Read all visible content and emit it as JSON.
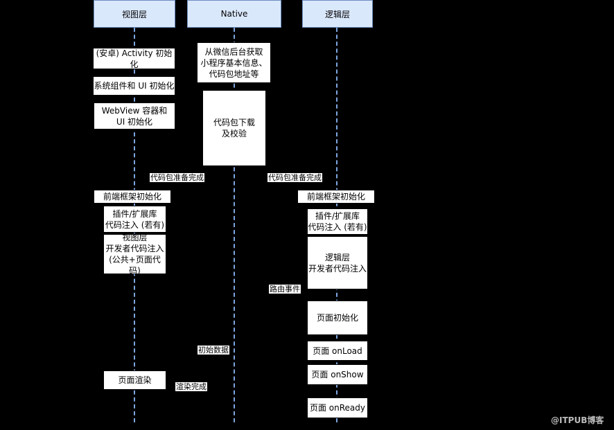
{
  "columns": {
    "view": "视图层",
    "native": "Native",
    "logic": "逻辑层"
  },
  "view_steps": {
    "activity_init": "(安卓) Activity 初始化",
    "system_ui_init": "系统组件和 UI 初始化",
    "webview_init": "WebView 容器和\nUI 初始化",
    "framework_init": "前端框架初始化",
    "plugin_inject": "插件/扩展库\n代码注入 (若有)",
    "dev_code_inject": "视图层\n开发者代码注入\n(公共+页面代码)",
    "page_render": "页面渲染"
  },
  "native_steps": {
    "fetch_info": "从微信后台获取\n小程序基本信息、\n代码包地址等",
    "download_verify": "代码包下载\n及校验"
  },
  "logic_steps": {
    "framework_init": "前端框架初始化",
    "plugin_inject": "插件/扩展库\n代码注入 (若有)",
    "dev_code_inject": "逻辑层\n开发者代码注入",
    "page_init": "页面初始化",
    "on_load": "页面 onLoad",
    "on_show": "页面 onShow",
    "on_ready": "页面 onReady"
  },
  "messages": {
    "package_ready_left": "代码包准备完成",
    "package_ready_right": "代码包准备完成",
    "route_event": "路由事件",
    "initial_data": "初始数据",
    "render_done": "渲染完成"
  },
  "watermark": "@ITPUB博客"
}
